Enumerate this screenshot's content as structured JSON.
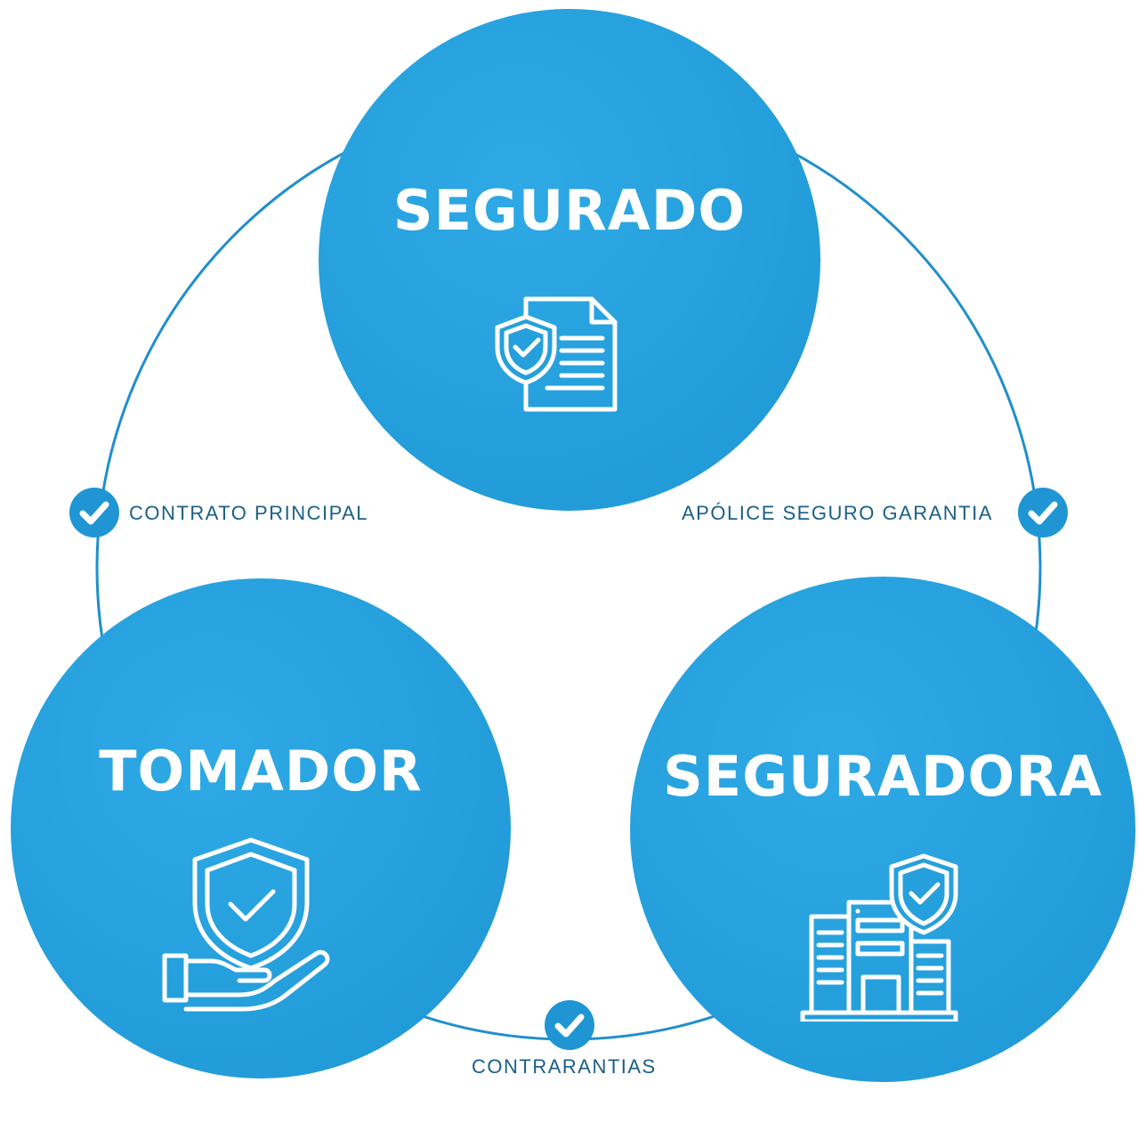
{
  "nodes": {
    "segurado": {
      "title": "SEGURADO",
      "icon": "shield-document-icon"
    },
    "tomador": {
      "title": "TOMADOR",
      "icon": "hand-shield-icon"
    },
    "seguradora": {
      "title": "SEGURADORA",
      "icon": "building-shield-icon"
    }
  },
  "links": {
    "contrato": {
      "label": "CONTRATO PRINCIPAL",
      "icon": "check-icon"
    },
    "apolice": {
      "label": "APÓLICE SEGURO GARANTIA",
      "icon": "check-icon"
    },
    "contragarantias": {
      "label": "CONTRARANTIAS",
      "icon": "check-icon"
    }
  },
  "colors": {
    "circle": "#25a0dc",
    "ring": "#1f8fcc",
    "label": "#1a5f86",
    "background": "#ffffff"
  }
}
